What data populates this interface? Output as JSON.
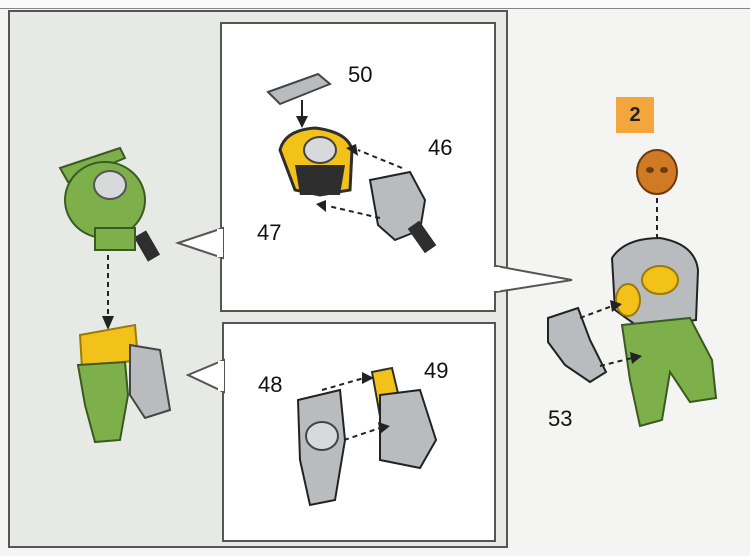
{
  "step": {
    "number": "2"
  },
  "part_numbers": {
    "p50": "50",
    "p46": "46",
    "p47": "47",
    "p48": "48",
    "p49": "49",
    "p53": "53"
  },
  "colors": {
    "green": "#7db04a",
    "yellow": "#f3c21a",
    "gray": "#b9bcbf",
    "dark": "#2e2e2e",
    "orange_badge": "#f2a63b",
    "head": "#d07a23"
  }
}
